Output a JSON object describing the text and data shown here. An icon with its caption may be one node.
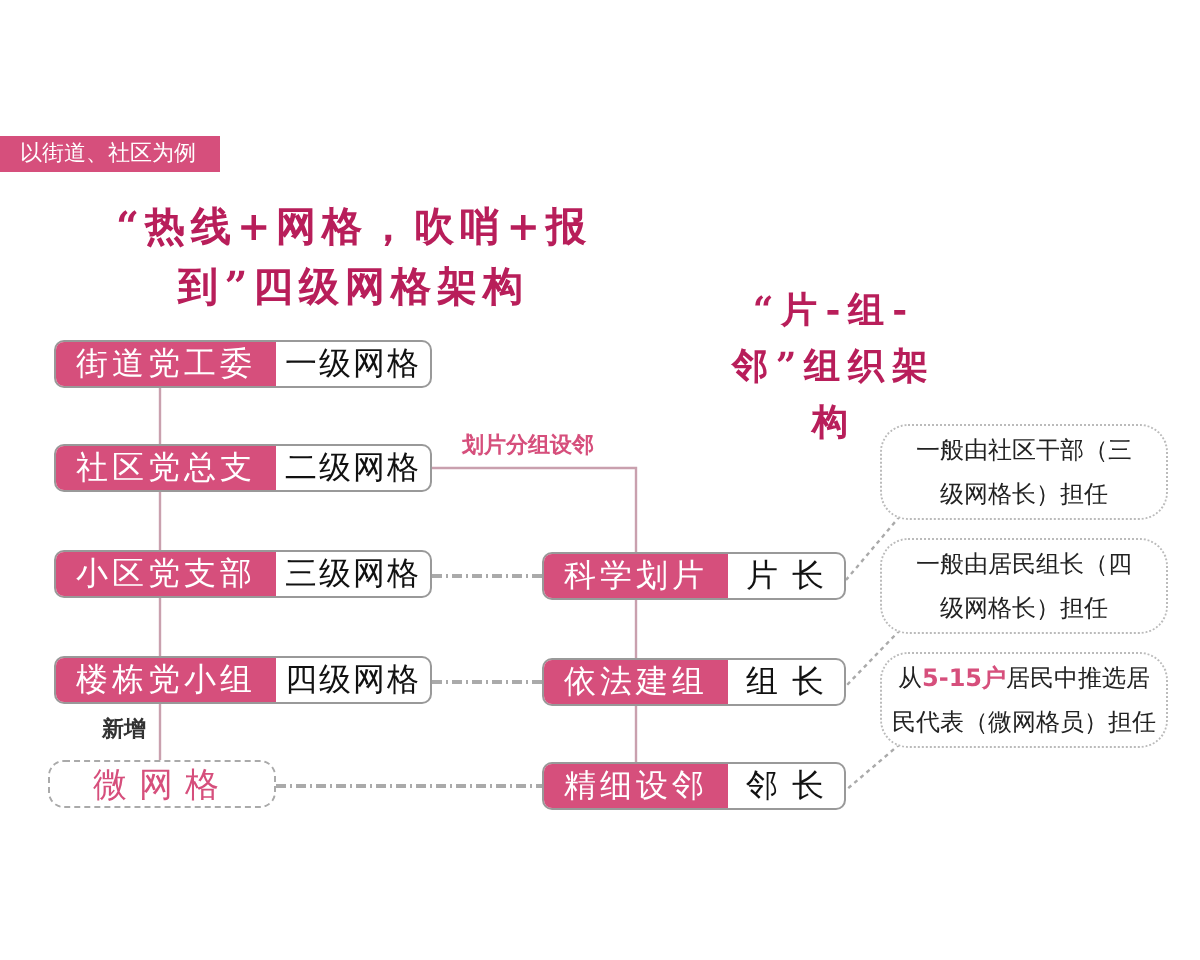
{
  "diagram": {
    "title": "“热线+网格，吹哨+报到”四级网格架构",
    "nodes": [
      {
        "text": [
          "街道党工委",
          "一级网格"
        ]
      },
      {
        "text": [
          "社区党总支",
          "二级网格"
        ]
      },
      {
        "text": [
          "小区党支部",
          "三级网格"
        ]
      },
      {
        "text": [
          "楼栋党小组",
          "四级网格"
        ]
      },
      {
        "text": [
          "微网格"
        ]
      },
      {
        "text": [
          "科学划片",
          "片 长"
        ]
      },
      {
        "text": [
          "依法建组",
          "组 长"
        ]
      },
      {
        "text": [
          "精细设邻",
          "邻 长"
        ]
      },
      {
        "text": [
          "一般由社区干部（三级网格长）担任"
        ]
      },
      {
        "text": [
          "一般由居民组长（四级网格长）担任"
        ]
      },
      {
        "text": [
          "从**5-15户**居民中推选居民代表（微网格员）担任"
        ]
      }
    ],
    "edges": [
      {
        "from": 0,
        "to": 1,
        "arrow": "none"
      },
      {
        "from": 1,
        "to": 2,
        "arrow": "none"
      },
      {
        "from": 2,
        "to": 3,
        "arrow": "none"
      },
      {
        "from": 3,
        "to": 4,
        "arrow": "none",
        "label": "新增"
      },
      {
        "from": 1,
        "to": 5,
        "arrow": "none",
        "label": "划片分组设邻"
      },
      {
        "from": 5,
        "to": 6,
        "arrow": "none"
      },
      {
        "from": 6,
        "to": 7,
        "arrow": "none"
      },
      {
        "from": 2,
        "to": 5,
        "arrow": "none",
        "style": "dashed"
      },
      {
        "from": 3,
        "to": 6,
        "arrow": "none",
        "style": "dashed"
      },
      {
        "from": 4,
        "to": 7,
        "arrow": "none",
        "style": "dashed"
      },
      {
        "from": 8,
        "to": 5,
        "arrow": "none",
        "style": "dashed"
      },
      {
        "from": 9,
        "to": 6,
        "arrow": "none",
        "style": "dashed"
      },
      {
        "from": 10,
        "to": 7,
        "arrow": "none",
        "style": "dashed"
      }
    ],
    "labels": [
      "以街道、社区为例",
      "“片-组-邻”组织架构"
    ]
  }
}
